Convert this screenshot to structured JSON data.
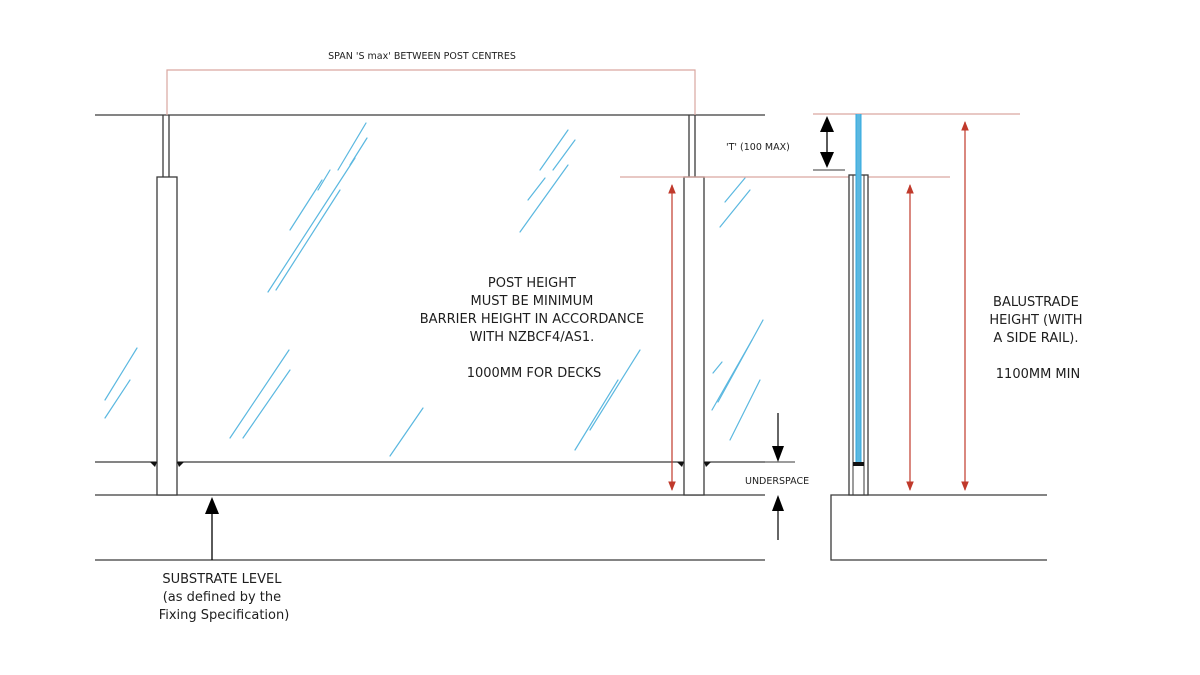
{
  "labels": {
    "span": "SPAN 'S max' BETWEEN POST CENTRES",
    "t_max": "'T' (100 MAX)",
    "post_height": [
      "POST HEIGHT",
      "MUST BE MINIMUM",
      "BARRIER HEIGHT IN ACCORDANCE",
      "WITH NZBCF4/AS1.",
      "",
      "1000MM FOR DECKS"
    ],
    "balustrade": [
      "BALUSTRADE",
      "HEIGHT (WITH",
      "A SIDE RAIL).",
      "",
      "1100MM MIN"
    ],
    "underspace": "UNDERSPACE",
    "substrate": [
      "SUBSTRATE LEVEL",
      "(as defined by the",
      "Fixing Specification)"
    ]
  },
  "colors": {
    "line": "#3a3a3a",
    "dimension": "#c0392b",
    "dimension_light": "#d9a6a0",
    "glass": "#5bb8e0",
    "glass_edge": "#2fa8e0",
    "arrow": "#000000"
  }
}
